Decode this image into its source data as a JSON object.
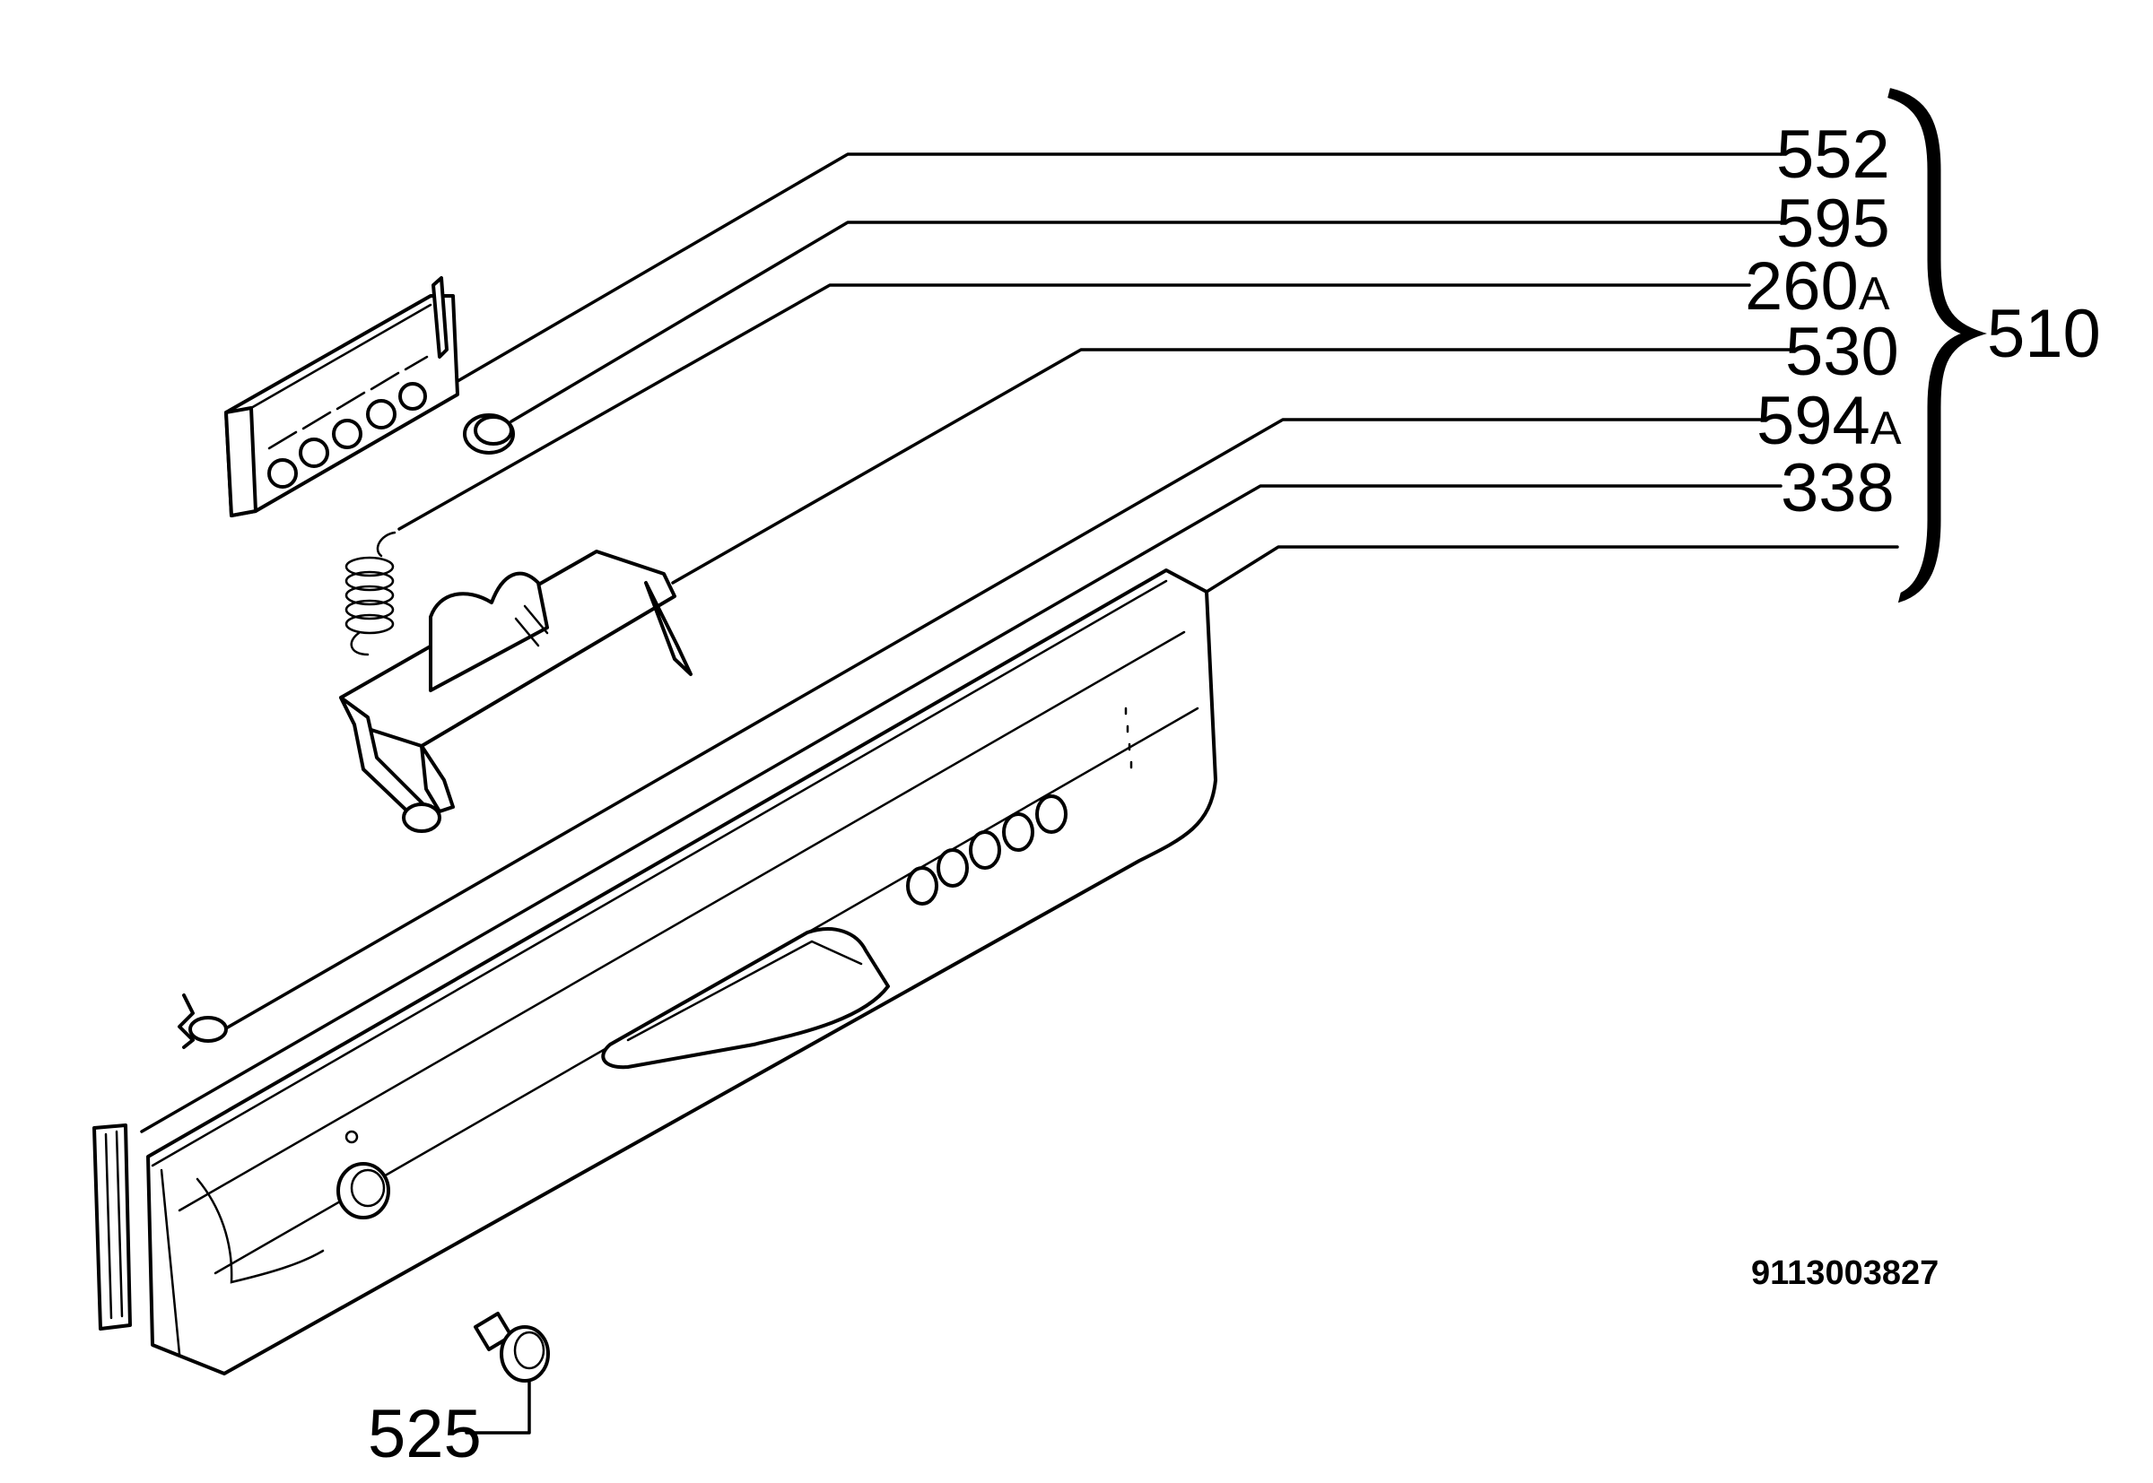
{
  "labels": {
    "p552": "552",
    "p595": "595",
    "p260": "260",
    "p260_suffix": "A",
    "p530": "530",
    "p594": "594",
    "p594_suffix": "A",
    "p338": "338",
    "p510": "510",
    "p525": "525"
  },
  "diagram_code": "9113003827"
}
